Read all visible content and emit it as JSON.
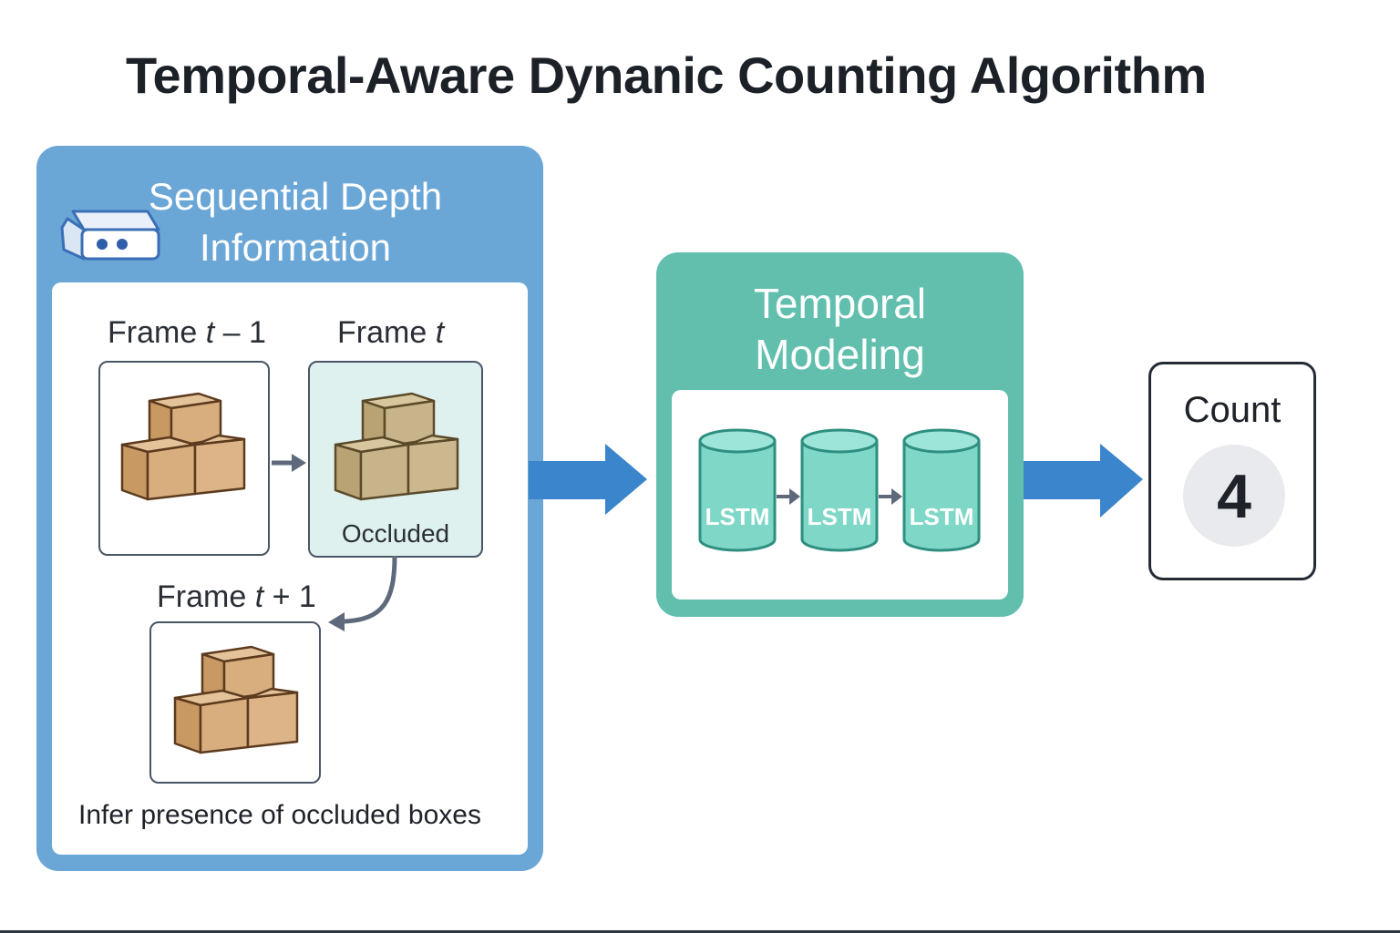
{
  "title": "Temporal-Aware Dynanic Counting Algorithm",
  "depth_panel": {
    "title_line1": "Sequential Depth",
    "title_line2": "Information",
    "icon": "depth-camera-icon",
    "frames": [
      {
        "label_prefix": "Frame ",
        "label_var": "t",
        "label_suffix": " – 1"
      },
      {
        "label_prefix": "Frame ",
        "label_var": "t",
        "label_suffix": "",
        "note": "Occluded"
      },
      {
        "label_prefix": "Frame ",
        "label_var": "t",
        "label_suffix": " + 1"
      }
    ],
    "caption": "Infer presence of occluded boxes"
  },
  "temporal_panel": {
    "title_line1": "Temporal",
    "title_line2": "Modeling",
    "cells": [
      "LSTM",
      "LSTM",
      "LSTM"
    ]
  },
  "count": {
    "label": "Count",
    "value": "4"
  },
  "colors": {
    "depth_panel": "#6aa6d6",
    "temporal_panel": "#62bfae",
    "lstm_fill": "#7fd7c8",
    "arrow_blue": "#3a85cc",
    "box_brown": "#d7ad7e",
    "box_occluded": "#c8b48a"
  }
}
